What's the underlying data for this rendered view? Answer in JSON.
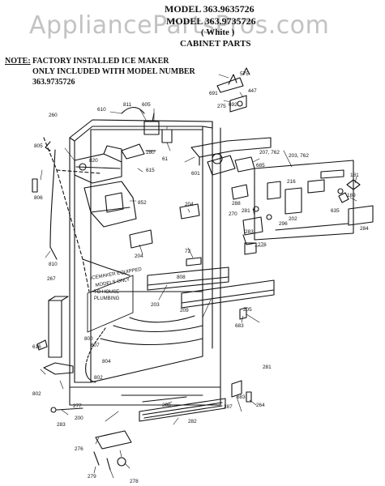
{
  "watermark": "AppliancePartsPros.com",
  "header": {
    "model_line_1": "MODEL 363.9635726",
    "model_line_2": "MODEL 363.9735726",
    "white_note": "( White )",
    "section": "CABINET PARTS"
  },
  "note": {
    "label": "NOTE:",
    "line1": "FACTORY INSTALLED ICE MAKER",
    "line2": "ONLY INCLUDED WITH MODEL NUMBER",
    "line3": "363.9735726"
  },
  "diagram": {
    "inset_label_1": "ICEMAKER EQUIPPED",
    "inset_label_2": "MODELS ONLY",
    "plumbing_1": "TO HOUSE",
    "plumbing_2": "PLUMBING",
    "parts": [
      "575",
      "447",
      "691",
      "275",
      "692",
      "811",
      "605",
      "610",
      "280",
      "260",
      "820",
      "805",
      "615",
      "61",
      "601",
      "207, 762",
      "203, 762",
      "685",
      "181",
      "806",
      "810",
      "852",
      "216",
      "189",
      "288",
      "635",
      "296",
      "202",
      "204",
      "281",
      "270",
      "284",
      "283",
      "276",
      "204",
      "72",
      "808",
      "267",
      "203",
      "209",
      "205",
      "683",
      "800",
      "807",
      "804",
      "616",
      "802",
      "281",
      "802",
      "277",
      "683",
      "283",
      "264",
      "200",
      "208",
      "282",
      "287",
      "276",
      "278",
      "279"
    ]
  },
  "colors": {
    "ink": "#111111",
    "watermark": "#9a9a9a",
    "background": "#ffffff"
  }
}
